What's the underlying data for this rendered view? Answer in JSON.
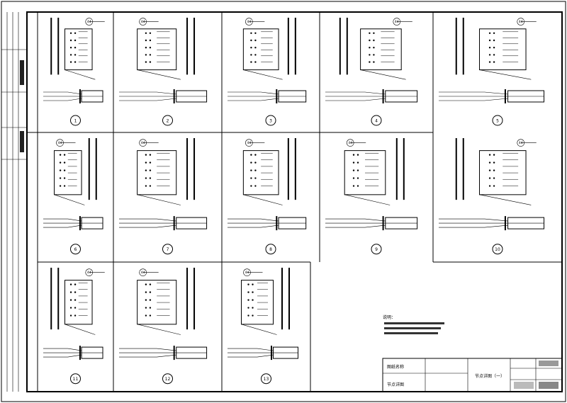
{
  "drawing": {
    "details": [
      {
        "number": "1"
      },
      {
        "number": "2"
      },
      {
        "number": "3"
      },
      {
        "number": "4"
      },
      {
        "number": "5"
      },
      {
        "number": "6"
      },
      {
        "number": "7"
      },
      {
        "number": "8"
      },
      {
        "number": "9"
      },
      {
        "number": "10"
      },
      {
        "number": "11"
      },
      {
        "number": "12"
      },
      {
        "number": "13"
      }
    ],
    "weld_tag": "44",
    "notes_title": "说明：",
    "title_block": {
      "left_top": "图纸名称",
      "left_bottom": "节点详图",
      "center": "节点详图（一）"
    }
  }
}
